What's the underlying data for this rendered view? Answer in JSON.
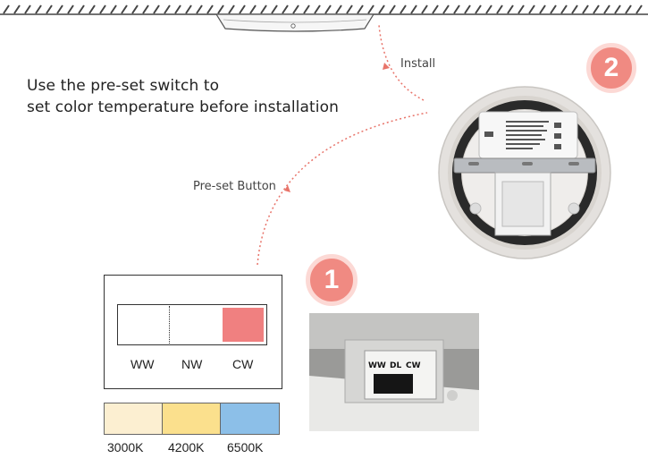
{
  "instruction": {
    "line1": "Use the pre-set switch to",
    "line2": "set color temperature before installation"
  },
  "labels": {
    "install": "Install",
    "preset_button": "Pre-set Button"
  },
  "steps": {
    "step1": "1",
    "step2": "2"
  },
  "switch_positions": [
    "WW",
    "NW",
    "CW"
  ],
  "selected_position": "CW",
  "color_temperatures": [
    {
      "label": "3000K",
      "color": "#fcefd1"
    },
    {
      "label": "4200K",
      "color": "#fbe08d"
    },
    {
      "label": "6500K",
      "color": "#8cbfe8"
    }
  ],
  "photo_switch_labels": {
    "ww": "WW",
    "dl": "DL",
    "cw": "CW"
  },
  "colors": {
    "accent": "#f08a82",
    "selected_knob": "#f08080",
    "arrow": "#e8746a"
  }
}
